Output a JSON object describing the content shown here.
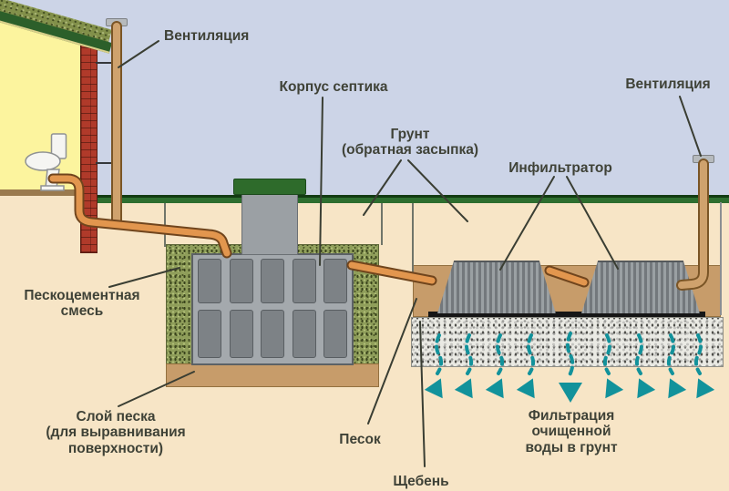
{
  "diagram": {
    "labels": {
      "vent_left": "Вентиляция",
      "septic_body": "Корпус септика",
      "backfill": "Грунт\n(обратная засыпка)",
      "infiltrator": "Инфильтратор",
      "vent_right": "Вентиляция",
      "sand_cement": "Пескоцементная\nсмесь",
      "sand_leveling_layer": "Слой песка\n(для выравнивания\nповерхности)",
      "sand": "Песок",
      "gravel": "Щебень",
      "filtration": "Фильтрация очищенной\nводы в грунт"
    },
    "colors": {
      "sky": "#ccd4e7",
      "soil": "#f7e5c6",
      "grass_green": "#2e6e2f",
      "house_wall_yellow": "#fcf49e",
      "roof_green": "#2c5f2a",
      "brick_red": "#b03a2a",
      "sewer_pipe_orange": "#e2964e",
      "vent_pipe_tan": "#cfa26d",
      "tank_gray": "#7d8286",
      "tank_lid_green": "#2e6b2b",
      "sand_cement_olive": "#8f9e5a",
      "sand_brown": "#c79c6a",
      "gravel_light": "#eaeae4",
      "geotextile_black": "#161616",
      "water_teal": "#12929b",
      "label_text": "#3f4237"
    }
  }
}
